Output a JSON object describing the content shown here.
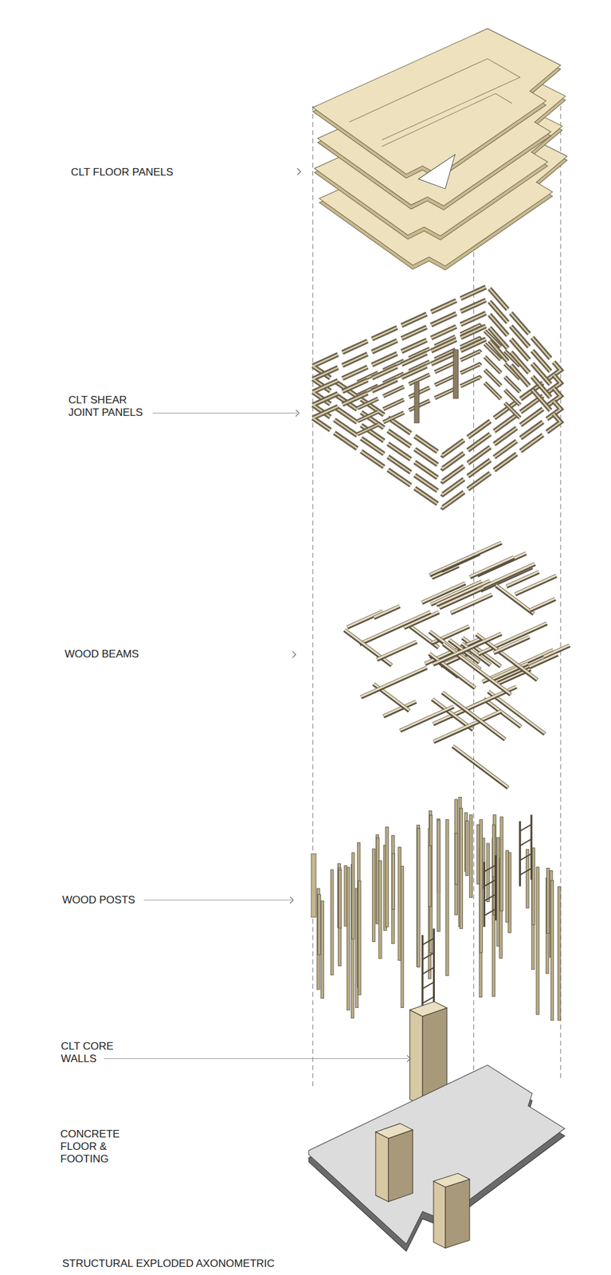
{
  "diagram": {
    "caption": "STRUCTURAL EXPLODED AXONOMETRIC",
    "labels": [
      "CLT FLOOR PANELS",
      "CLT SHEAR JOINT PANELS",
      "WOOD BEAMS",
      "WOOD POSTS",
      "CLT CORE WALLS",
      "CONCRETE FLOOR & FOOTING"
    ]
  }
}
